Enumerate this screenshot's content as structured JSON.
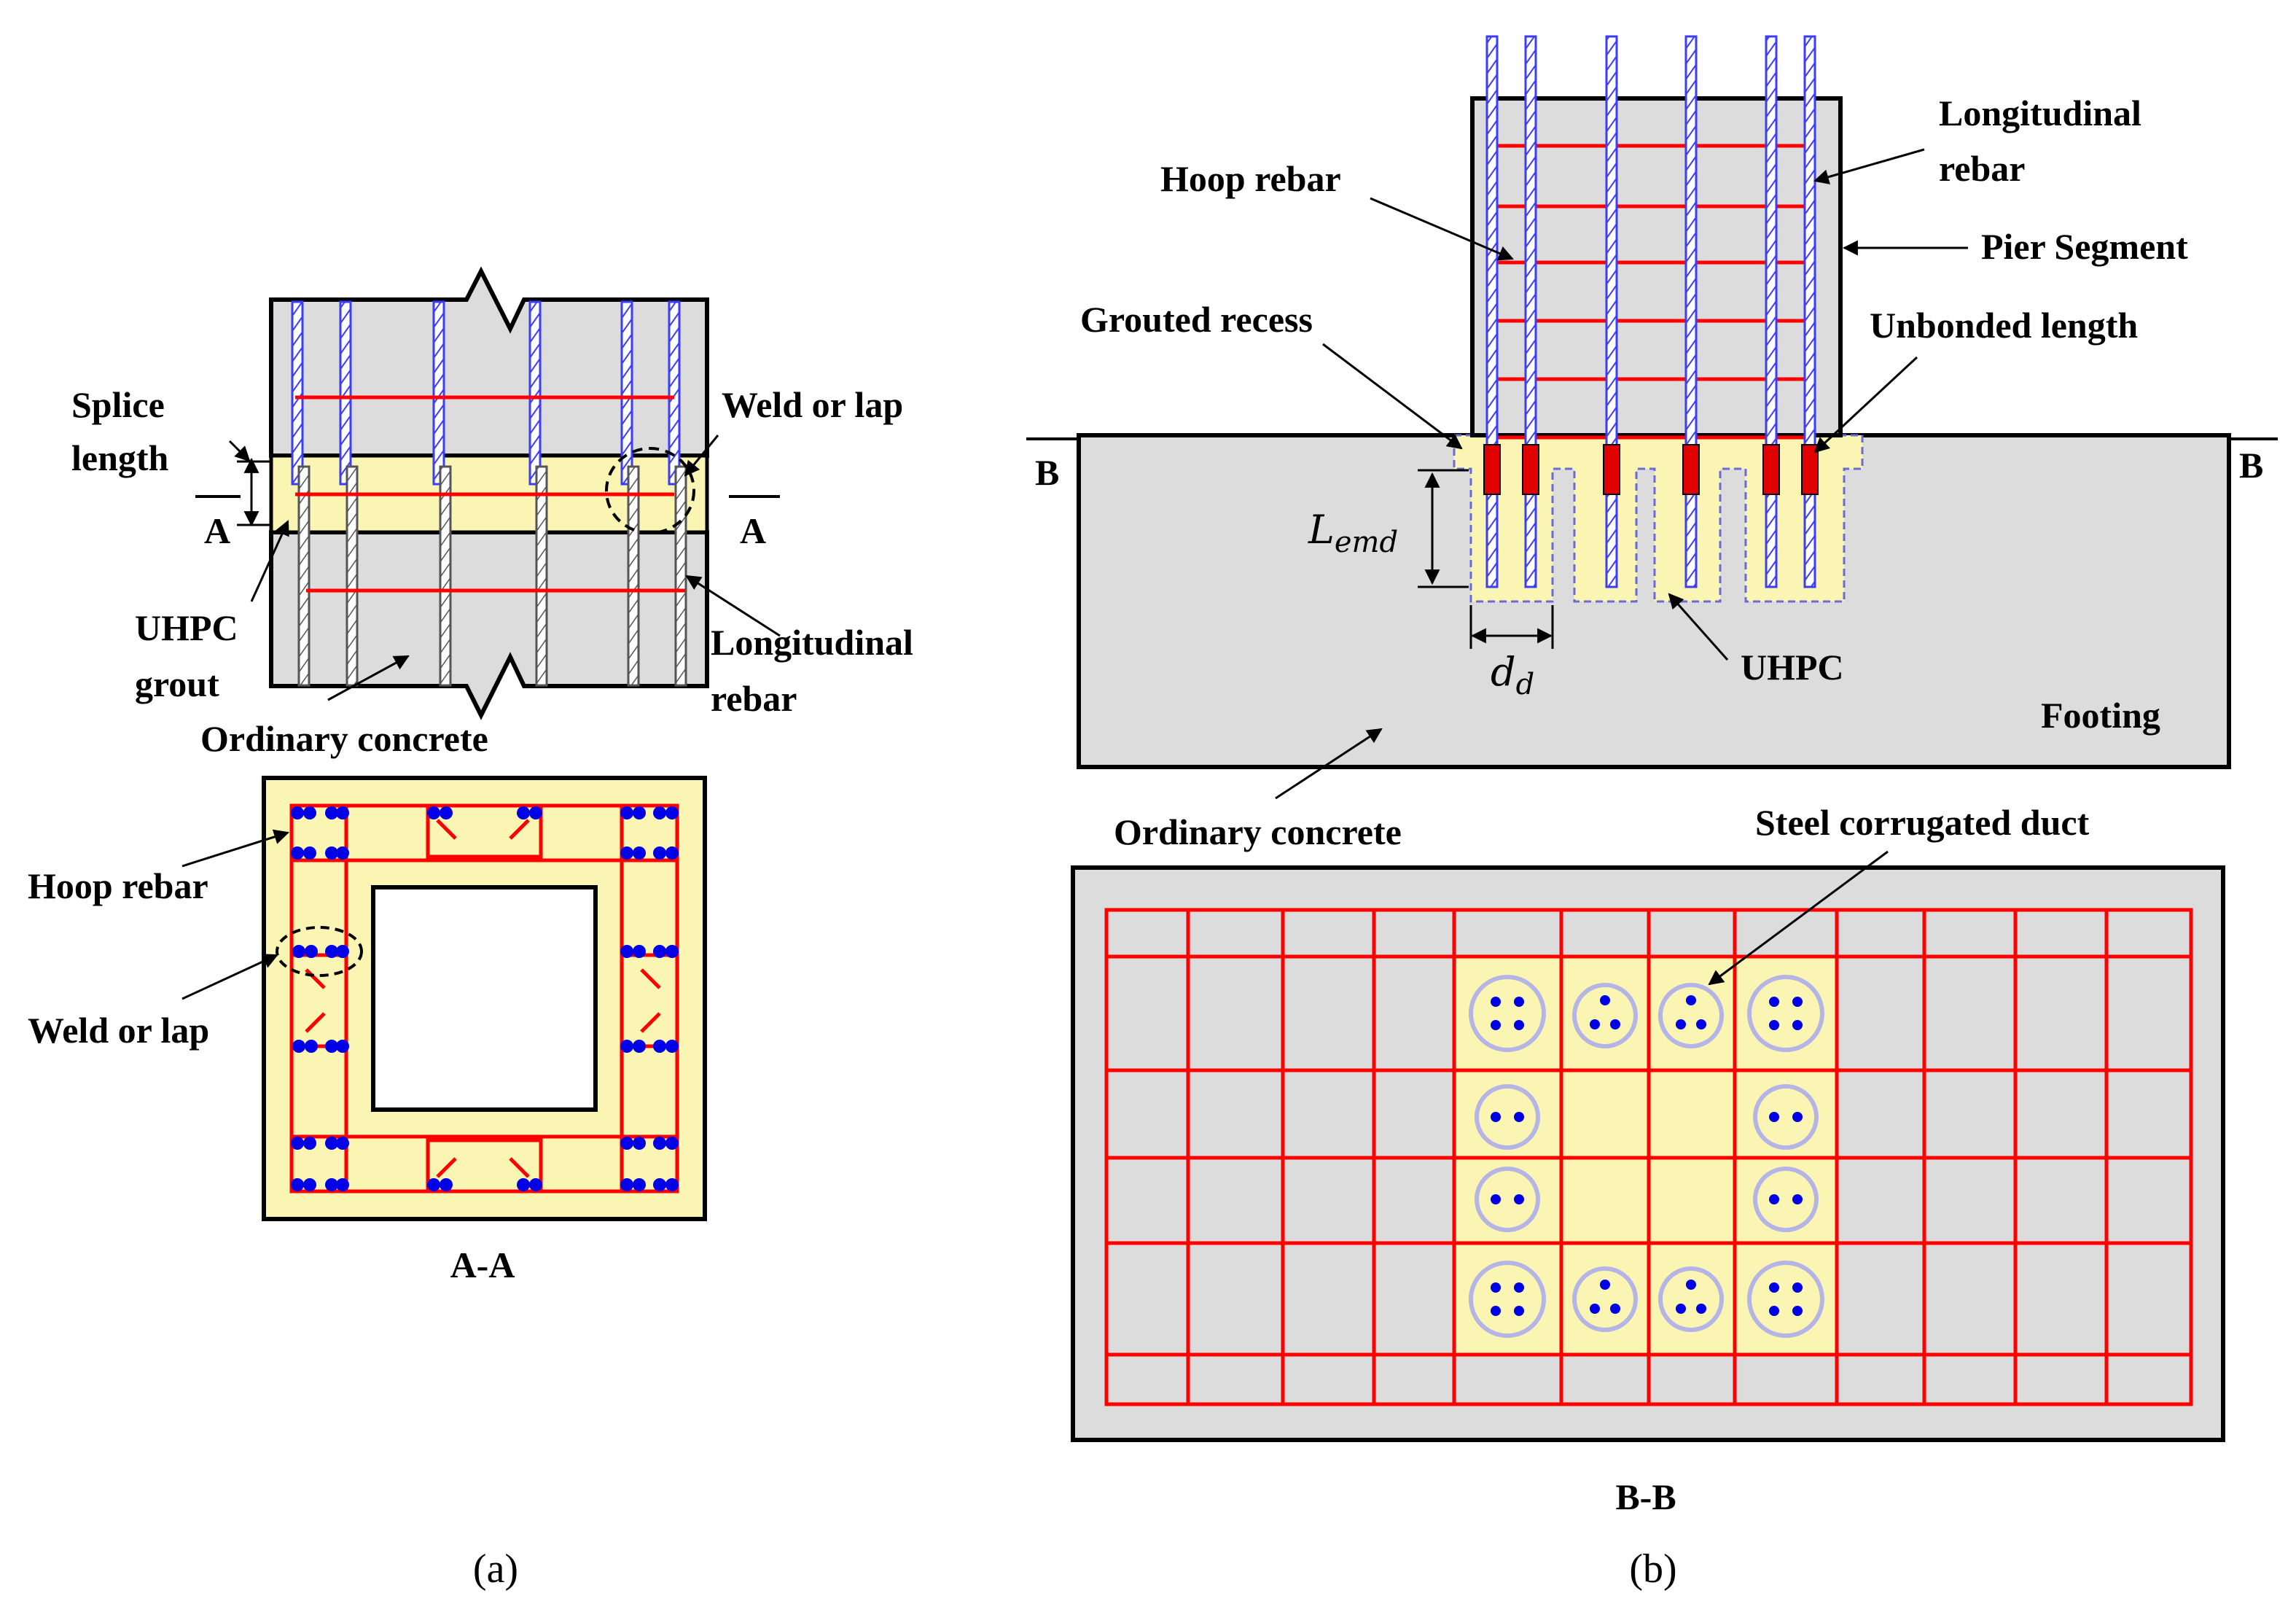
{
  "colors": {
    "concrete": "#dcdcdc",
    "uhpc": "#fbf5b4",
    "hoop": "#ff0000",
    "longitudinal": "#3c3cff",
    "rebar_dot": "#0000e6",
    "duct_ring": "#b4b4e6",
    "outline": "#000000"
  },
  "panel_a": {
    "labels": {
      "splice_line1": "Splice",
      "splice_line2": "length",
      "weld_or_lap": "Weld or lap",
      "section_left": "A",
      "section_right": "A",
      "uhpc_line1": "UHPC",
      "uhpc_line2": "grout",
      "longitudinal_line1": "Longitudinal",
      "longitudinal_line2": "rebar",
      "ordinary_concrete": "Ordinary concrete",
      "hoop_rebar": "Hoop rebar",
      "weld_or_lap_section": "Weld or lap",
      "section_title": "A-A"
    },
    "caption": "(a)"
  },
  "panel_b": {
    "labels": {
      "hoop_rebar": "Hoop rebar",
      "longitudinal_line1": "Longitudinal",
      "longitudinal_line2": "rebar",
      "pier_segment": "Pier Segment",
      "grouted_recess": "Grouted recess",
      "unbonded_length": "Unbonded length",
      "section_left": "B",
      "section_right": "B",
      "embed_symbol": "L",
      "embed_subscript": "emd",
      "duct_symbol": "d",
      "duct_subscript": "d",
      "uhpc": "UHPC",
      "footing": "Footing",
      "ordinary_concrete": "Ordinary concrete",
      "steel_duct": "Steel corrugated duct",
      "section_title": "B-B"
    },
    "caption": "(b)"
  }
}
